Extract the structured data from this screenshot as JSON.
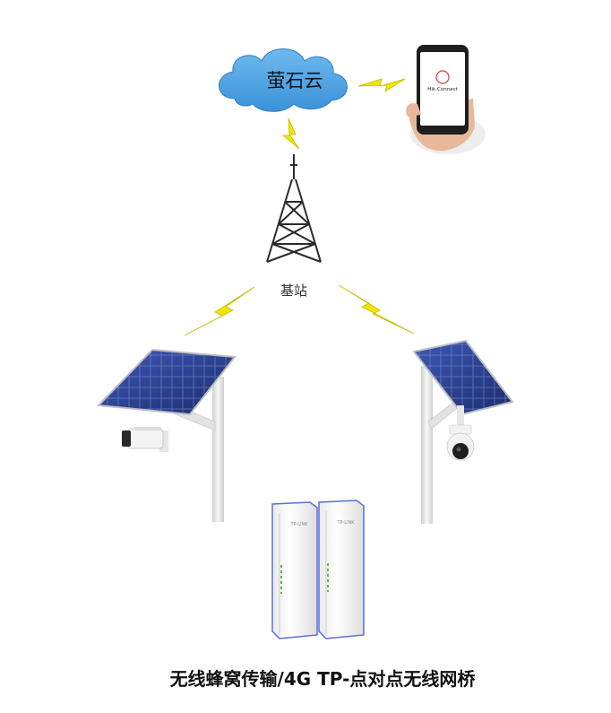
{
  "cloud": {
    "label": "萤石云"
  },
  "base_station": {
    "label": "基站"
  },
  "phone": {
    "app_name": "Hik-Connect"
  },
  "bridge": {
    "brand": "TP-LINK"
  },
  "caption": "无线蜂窝传输/4G TP-点对点无线网桥",
  "colors": {
    "cloud": "#4da3e3",
    "lightning": "#f2e600",
    "lightning_stroke": "#c8b800",
    "tower": "#2b2b2b",
    "panel": "#2a3f8f",
    "pole": "#e8e8e8",
    "bridge_outline": "#5a6fd6"
  }
}
